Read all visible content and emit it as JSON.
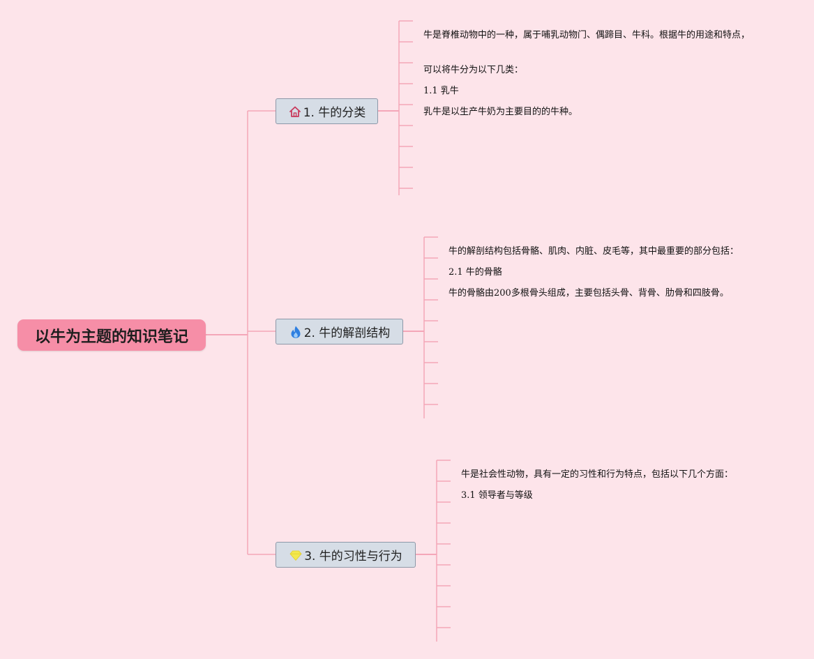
{
  "root": {
    "title": "以牛为主题的知识笔记"
  },
  "colors": {
    "background": "#fde4ea",
    "root_fill": "#f68ea7",
    "branch_fill": "#d6dde6",
    "branch_border": "#8c98a8",
    "connector": "#f4a6b8"
  },
  "branches": [
    {
      "title": "1. 牛的分类",
      "icon": "house-icon",
      "leaves": [
        "牛是脊椎动物中的一种，属于哺乳动物门、偶蹄目、牛科。根据牛的用途和特点，",
        "可以将牛分为以下几类：",
        "1.1 乳牛",
        "乳牛是以生产牛奶为主要目的的牛种。"
      ]
    },
    {
      "title": "2. 牛的解剖结构",
      "icon": "flame-icon",
      "leaves": [
        "牛的解剖结构包括骨骼、肌肉、内脏、皮毛等，其中最重要的部分包括：",
        "2.1 牛的骨骼",
        "牛的骨骼由200多根骨头组成，主要包括头骨、背骨、肋骨和四肢骨。"
      ]
    },
    {
      "title": "3. 牛的习性与行为",
      "icon": "diamond-icon",
      "leaves": [
        "牛是社会性动物，具有一定的习性和行为特点，包括以下几个方面：",
        "3.1 领导者与等级"
      ]
    }
  ]
}
